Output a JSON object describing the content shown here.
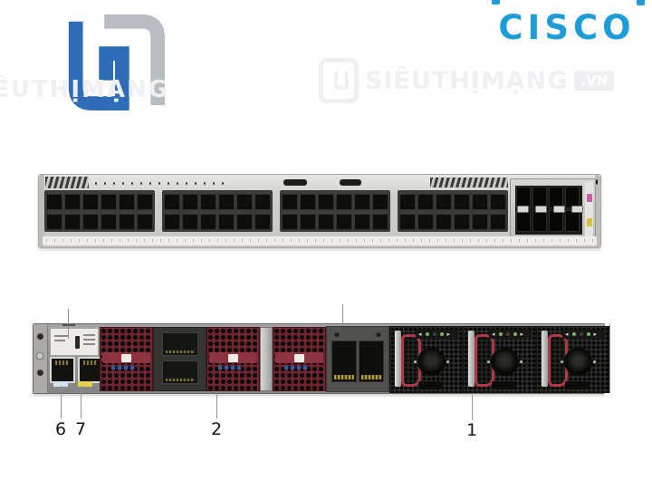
{
  "header": {
    "cisco_logo_text": "CISCO",
    "cisco_blue": "#1d9cd8"
  },
  "watermark": {
    "left_text": "ÊUTHỊMẠNG",
    "center_text": "SIÊUTHỊMẠNG",
    "center_suffix": ".VN",
    "color": "#f0f0f3"
  },
  "hardware": {
    "front": {
      "port_groups": 4,
      "ports_per_group": 12,
      "port_rows": 2,
      "uplink_ports": 8,
      "uplink_rows": 2
    },
    "rear": {
      "fan_modules": 3,
      "power_supplies": 3,
      "mgmt_ports": 2,
      "stack_connectors": 2
    }
  },
  "callouts": {
    "bottom": [
      {
        "number": "6"
      },
      {
        "number": "7"
      },
      {
        "number": "2"
      },
      {
        "number": "1"
      }
    ]
  },
  "colors": {
    "chassis_front": "#d2d2d0",
    "chassis_rear": "#8f8f8d",
    "fan_red": "#6f2430",
    "psu_dark": "#2c2c2a",
    "port_black": "#0e0e0c",
    "mgmt_tab_blue": "#cfe2ee",
    "mgmt_tab_yellow": "#e4cf45",
    "uplink_mark_magenta": "#c75fa4",
    "uplink_mark_yellow": "#d3c23e"
  }
}
